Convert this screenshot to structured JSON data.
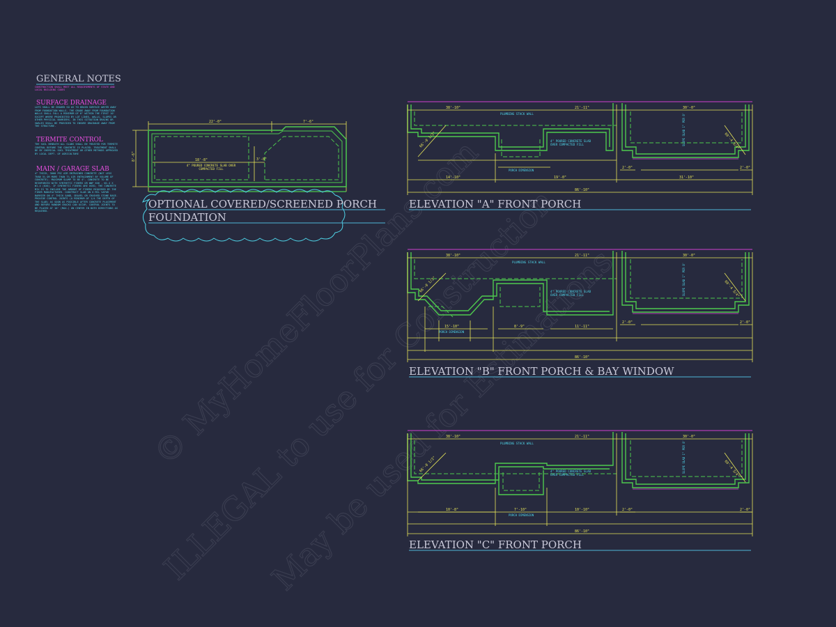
{
  "notes": {
    "title": "GENERAL   NOTES",
    "intro": "CONSTRUCTION SHALL MEET ALL REQUIREMENTS OF STATE AND LOCAL BUILDING CODES",
    "sections": [
      {
        "heading": "SURFACE  DRAINAGE",
        "body": "LOTS SHALL BE GRADED SO AS TO DRAIN SURFACE WATER AWAY FROM FOUNDATION WALLS. THE GRADE AWAY FROM FOUNDATION WALLS SHALL FALL A MINIMUM OF 6\" WITHIN THE FIRST 10' EXCEPT WHERE PROHIBITED BY LOT LINES, WALLS, SLOPES OR OTHER PHYSICAL BARRIERS. IN THIS SITUATION DRAINS OR SWALES SHALL BE PROVIDED TO INSURE DRAINAGE AWAY FROM THE STRUCTURE."
      },
      {
        "heading": "TERMITE  CONTROL",
        "body": "THE SOIL BENEATH ALL SLABS SHALL BE TREATED FOR TERMITE CONTROL BEFORE THE CONCRETE IS PLACED. TREATMENT SHALL BE BY CHEMICAL SOIL TREATMENT OR OTHER METHODS APPROVED BY LOCAL DEPT. OF AGRICULTURE"
      },
      {
        "heading": "MAIN  /  GARAGE  SLAB",
        "body": "4\" THICK, 3000 PSI AIR ENTRAINED CONCRETE (NOT LESS THAN 5% OR MORE THAN 7% AIR ENTRAINMENT BY VOLUME OF CONCRETE). MAXIMUM SLUMP TO BE 4\". CONCRETE TO BE REINFORCED WITH SYNTHETIC FIBERS OR WWF 6X6 - W1.4 X W1.4 (6X6). IF SYNTHETIC FIBERS ARE USED, THE CONCRETE MIX IS TO INCLUDE THE AMOUNT OF FIBERS REQUIRED BY THE FIBER MANUFACTURER. CONSTRUCT SLAB ON 6 MIL VAPOR BARRIER ON 4\" THICK SAND, GRAVEL OR CRUSHED STONE BASE. PROVIDE CONTROL JOINTS (A MINIMUM OF 1/4 THE DEPTH OF THE SLAB) AS SOON AS POSSIBLE AFTER CONCRETE PLACEMENT AND BEFORE RANDOM CRACKS CAN OCCUR. CONTROL JOINTS TO BE PLACED AT 10' (MAX.) ON CENTER IN BOTH DIRECTIONS AS REQUIRED."
      }
    ]
  },
  "optional": {
    "title_line1": "OPTIONAL COVERED/SCREENED PORCH",
    "title_line2": "FOUNDATION",
    "dim_top_left": "22'-0\"",
    "dim_top_right": "7'-6\"",
    "dim_side": "8'-6\"",
    "dim_inner": "18'-8\"",
    "dim_inner2": "3'-8\"",
    "note": "4\" POURED CONCRETE SLAB OVER COMPACTED FILL"
  },
  "elevations": [
    {
      "title": "ELEVATION \"A\" FRONT PORCH",
      "top_dims": [
        "38'-10\"",
        "21'-11\"",
        "30'-0\""
      ],
      "mid_dims": [
        "14'-10\"",
        "19'-0\"",
        "31'-10\"",
        "2'-0\"",
        "2'-0\""
      ],
      "total": "86'-10\"",
      "diag_left": "66'-0 1/2\"",
      "diag_right": "69'-4 3/4\"",
      "plumbing": "PLUMBING STACK WALL",
      "slab_note": "4\" POURED CONCRETE SLAB OVER COMPACTED FILL",
      "porch_dim": "PORCH DIMENSION",
      "slope": "SLOPE SLAB 1\" PER 8'"
    },
    {
      "title": "ELEVATION \"B\" FRONT PORCH & BAY WINDOW",
      "top_dims": [
        "38'-10\"",
        "21'-11\"",
        "30'-0\""
      ],
      "mid_dims": [
        "15'-10\"",
        "8'-9\"",
        "11'-11\"",
        "2'-0\"",
        "2'-0\""
      ],
      "total": "86'-10\"",
      "diag_left": "66'-0 1/2\"",
      "diag_right": "69'-4 3/4\"",
      "plumbing": "PLUMBING STACK WALL",
      "slab_note": "4\" POURED CONCRETE SLAB OVER COMPACTED FILL",
      "porch_dim": "PORCH DIMENSION",
      "slope": "SLOPE SLAB 1\" PER 8'"
    },
    {
      "title": "ELEVATION \"C\" FRONT PORCH",
      "top_dims": [
        "38'-10\"",
        "21'-11\"",
        "30'-0\""
      ],
      "mid_dims": [
        "10'-8\"",
        "7'-10\"",
        "10'-10\"",
        "2'-0\"",
        "2'-0\""
      ],
      "total": "86'-10\"",
      "diag_left": "66'-0 1/2\"",
      "diag_right": "69'-4 3/4\"",
      "plumbing": "PLUMBING STACK WALL",
      "slab_note": "4\" POURED CONCRETE SLAB OVER COMPACTED FILL",
      "porch_dim": "PORCH DIMENSION",
      "slope": "SLOPE SLAB 1\" PER 8'"
    }
  ],
  "watermark": {
    "line1": "© MyHomeFloorPlans.com",
    "line2": "ILLEGAL to use for Construction",
    "line3": "May be used for Estimations"
  },
  "colors": {
    "background": "#272a3e",
    "wall": "#4ec94e",
    "dimension": "#e8e65a",
    "note": "#4fd4e8",
    "heading": "#e84fe0",
    "title": "#c9c9d9",
    "underline": "#4fb6d8"
  }
}
